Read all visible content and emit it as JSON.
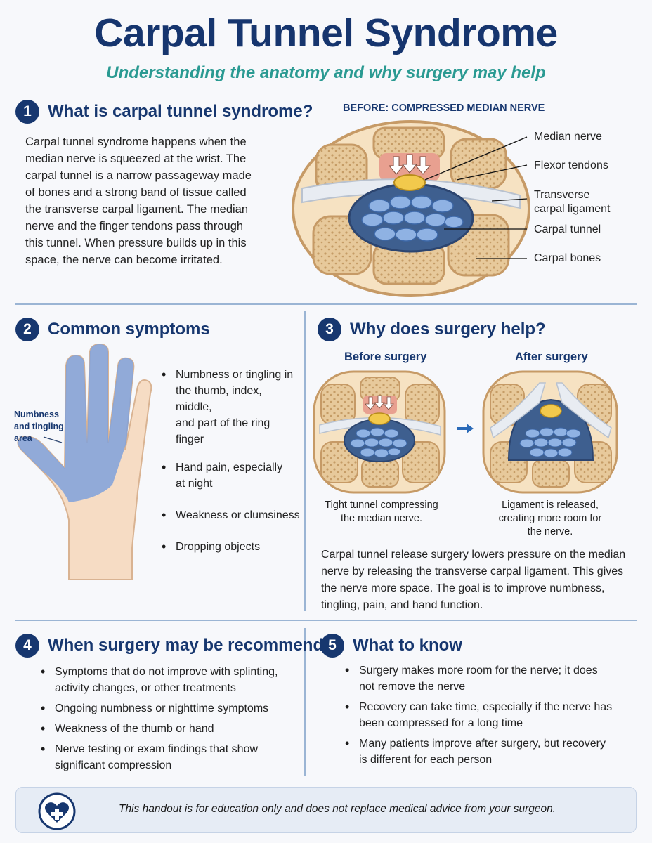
{
  "header": {
    "title": "Carpal Tunnel Syndrome",
    "subtitle": "Understanding the anatomy and why surgery may help"
  },
  "section1": {
    "number": "1",
    "title": "What is carpal tunnel syndrome?",
    "body": [
      "Carpal tunnel syndrome happens when the",
      "median nerve is squeezed at the wrist. The",
      "carpal tunnel is a narrow passageway made",
      "of bones and a strong band of tissue called",
      "the transverse carpal ligament. The median",
      "nerve and the finger tendons pass through",
      "this tunnel. When pressure builds up in this",
      "space, the nerve can become irritated."
    ]
  },
  "diagram_before": {
    "caption": "BEFORE: COMPRESSED MEDIAN NERVE",
    "labels": {
      "median_nerve": "Median nerve",
      "flexor_tendons": "Flexor tendons",
      "ligament_line1": "Transverse",
      "ligament_line2": "carpal ligament",
      "carpal_tunnel": "Carpal tunnel",
      "carpal_bones": "Carpal bones"
    }
  },
  "section2": {
    "number": "2",
    "title": "Common symptoms",
    "hand_label": [
      "Numbness",
      "and tingling",
      "area"
    ],
    "items": [
      [
        "Numbness or tingling in",
        "the thumb, index, middle,",
        "and part of the ring finger"
      ],
      [
        "Hand pain, especially",
        "at night"
      ],
      [
        "Weakness or clumsiness"
      ],
      [
        "Dropping objects"
      ]
    ]
  },
  "section3": {
    "number": "3",
    "title": "Why does surgery help?",
    "before_label": "Before surgery",
    "after_label": "After surgery",
    "before_caption": [
      "Tight tunnel compressing",
      "the median nerve."
    ],
    "after_caption": [
      "Ligament is released,",
      "creating more room for",
      "the nerve."
    ],
    "body": [
      "Carpal tunnel release surgery lowers pressure on the median",
      "nerve by releasing the transverse carpal ligament. This gives",
      "the nerve more space. The goal is to improve numbness,",
      "tingling, pain, and hand function."
    ]
  },
  "section4": {
    "number": "4",
    "title": "When surgery may be recommended",
    "items": [
      [
        "Symptoms that do not improve with splinting,",
        "activity changes, or other treatments"
      ],
      [
        "Ongoing numbness or nighttime symptoms"
      ],
      [
        "Weakness of the thumb or hand"
      ],
      [
        "Nerve testing or exam findings that show",
        "significant compression"
      ]
    ]
  },
  "section5": {
    "number": "5",
    "title": "What to know",
    "items": [
      [
        "Surgery makes more room for the nerve; it does",
        "not remove the nerve"
      ],
      [
        "Recovery can take time, especially if the nerve has",
        "been compressed for a long time"
      ],
      [
        "Many patients improve after surgery, but recovery",
        "is different for each person"
      ]
    ]
  },
  "footer": {
    "text": "This handout is for education only and does not replace medical advice from your surgeon.",
    "icon": "heart-plus-icon"
  },
  "colors": {
    "navy": "#17376f",
    "teal": "#2a9a92",
    "bone": "#f0d9b5",
    "tendon": "#7fa3d4",
    "nerve": "#f2c94c",
    "numb_area": "#7fa1dc"
  }
}
